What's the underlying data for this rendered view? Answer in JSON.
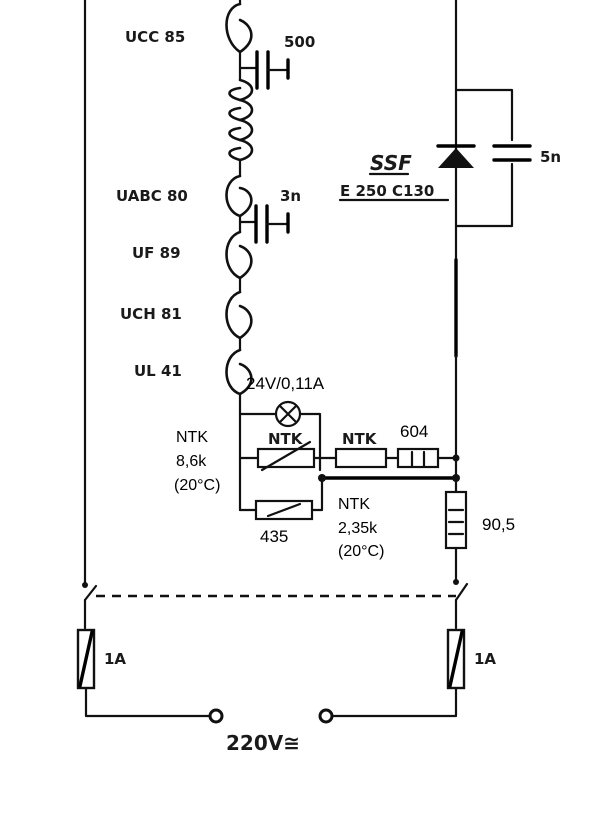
{
  "tubes": {
    "ucc85": "UCC 85",
    "uabc80": "UABC 80",
    "uf89": "UF 89",
    "uch81": "UCH 81",
    "ul41": "UL 41"
  },
  "capacitors": {
    "c500": "500",
    "c3n": "3n",
    "c5n": "5n"
  },
  "rectifier": {
    "brand": "SSF",
    "type": "E 250 C130"
  },
  "lamp": {
    "label": "24V/0,11A"
  },
  "ntk1": {
    "symbol_label": "NTK",
    "side_line1": "NTK",
    "side_line2": "8,6k",
    "side_line3": "(20°C)"
  },
  "ntk2": {
    "symbol_label": "NTK",
    "below_line1": "NTK",
    "below_line2": "2,35k",
    "below_line3": "(20°C)"
  },
  "resistors": {
    "r604": "604",
    "r435": "435",
    "r905": "90,5"
  },
  "fuses": {
    "left": "1A",
    "right": "1A"
  },
  "mains": {
    "label": "220V≅"
  }
}
